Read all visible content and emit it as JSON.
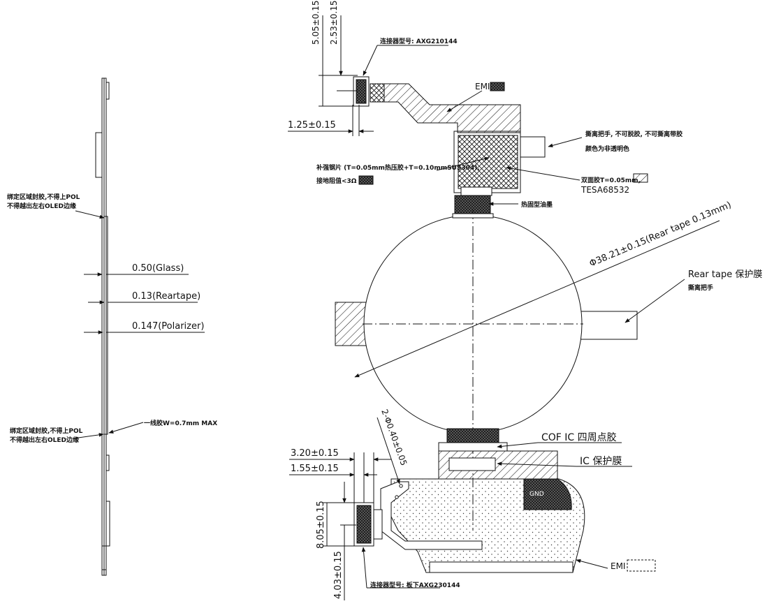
{
  "side_view": {
    "note_bond_top_1": "绑定区域封胶,不得上POL",
    "note_bond_top_2": "不得越出左右OLED边缘",
    "glass": "0.50(Glass)",
    "reartape": "0.13(Reartape)",
    "polarizer": "0.147(Polarizer)",
    "line_glue": "一线胶W=0.7mm MAX",
    "note_bond_bot_1": "绑定区域封胶,不得上POL",
    "note_bond_bot_2": "不得越出左右OLED边缘"
  },
  "top_fpc": {
    "dim_505": "5.05±0.15",
    "dim_253": "2.53±0.15",
    "dim_125": "1.25±0.15",
    "connector": "连接器型号: AXG210144",
    "emi": "EMI",
    "peel_1": "撕离把手, 不可脱胶, 不可撕离带胶",
    "peel_2": "颜色为非透明色",
    "stiffener_1": "补强钢片 (T=0.05mm热压胶+T=0.10mmSUS304),",
    "stiffener_2": "接地阻值<3Ω",
    "tape_1": "双面胶T=0.05mm,",
    "tape_2": "TESA68532",
    "thermal": "热固型油墨"
  },
  "circle": {
    "diameter": "Φ38.21±0.15(Rear tape 0.13mm)",
    "rear_tape_1": "Rear tape 保护膜",
    "rear_tape_2": "撕离把手"
  },
  "bottom_fpc": {
    "holes": "2-Φ0.40±0.05",
    "cof": "COF IC 四周点胶",
    "ic": "IC 保护膜",
    "dim_320": "3.20±0.15",
    "dim_155": "1.55±0.15",
    "dim_805": "8.05±0.15",
    "dim_403": "4.03±0.15",
    "gnd": "GND",
    "emi": "EMI",
    "connector": "连接器型号: 板下AXG230144"
  }
}
